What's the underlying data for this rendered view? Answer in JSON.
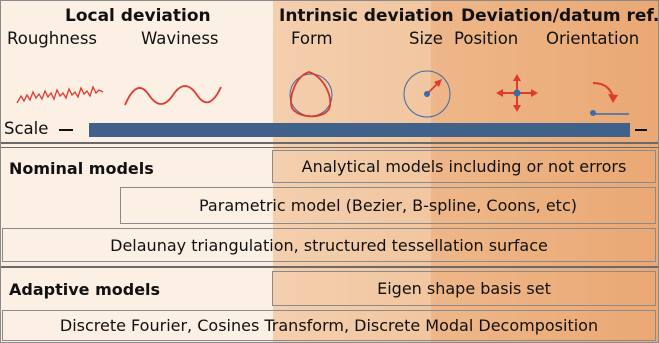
{
  "header": {
    "local": "Local deviation",
    "intrinsic": "Intrinsic deviation",
    "datum": "Deviation/datum ref."
  },
  "subheaders": {
    "roughness": "Roughness",
    "waviness": "Waviness",
    "form": "Form",
    "size": "Size",
    "position": "Position",
    "orientation": "Orientation"
  },
  "scale": {
    "label": "Scale"
  },
  "colors": {
    "light_bg": "#fcefe4",
    "mid_bg": "#f2c9a3",
    "dark_bg": "#eaa874",
    "scale_bar": "#3f618a",
    "icon_red": "#e03a2c",
    "icon_blue": "#3a6aa8"
  },
  "nominal": {
    "label": "Nominal models",
    "analytical": "Analytical models including or not errors",
    "parametric": "Parametric model (Bezier, B-spline, Coons, etc)",
    "delaunay": "Delaunay triangulation, structured tessellation surface"
  },
  "adaptive": {
    "label": "Adaptive models",
    "eigen": "Eigen shape basis set",
    "discrete": "Discrete Fourier, Cosines Transform, Discrete Modal Decomposition"
  }
}
